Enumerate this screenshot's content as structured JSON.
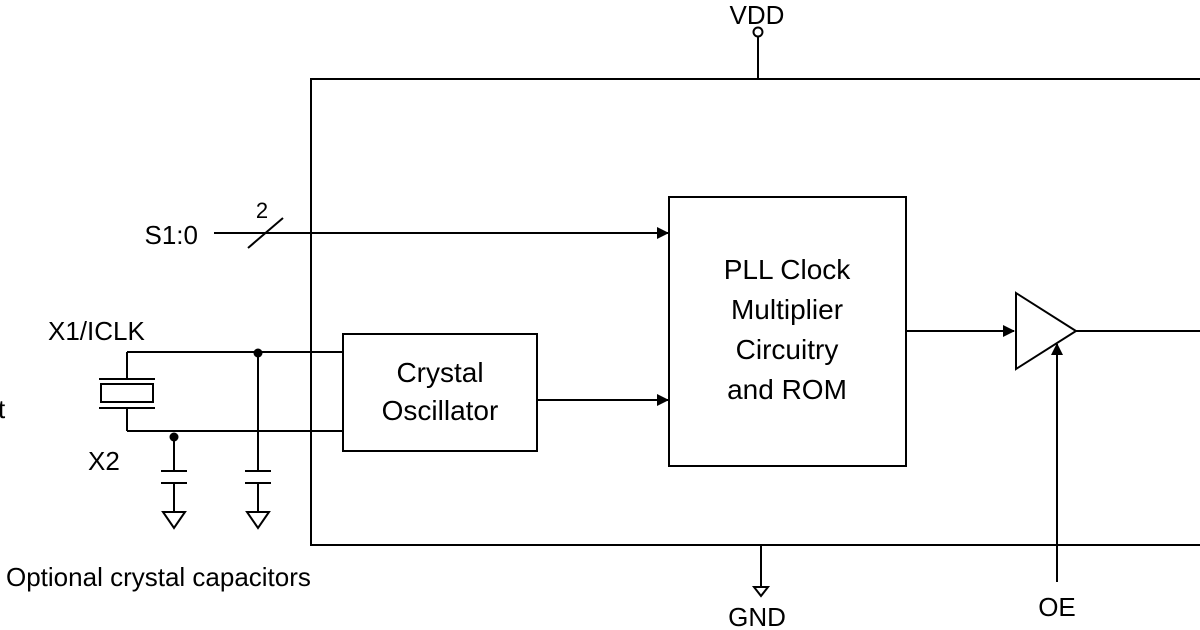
{
  "labels": {
    "vdd": "VDD",
    "gnd": "GND",
    "oe": "OE",
    "s10": "S1:0",
    "bus_width": "2",
    "x1_iclk": "X1/ICLK",
    "x2": "X2",
    "left_edge": "t",
    "caption": "Optional crystal capacitors"
  },
  "blocks": {
    "crystal_osc": [
      "Crystal",
      "Oscillator"
    ],
    "pll": [
      "PLL Clock",
      "Multiplier",
      "Circuitry",
      "and ROM"
    ]
  }
}
